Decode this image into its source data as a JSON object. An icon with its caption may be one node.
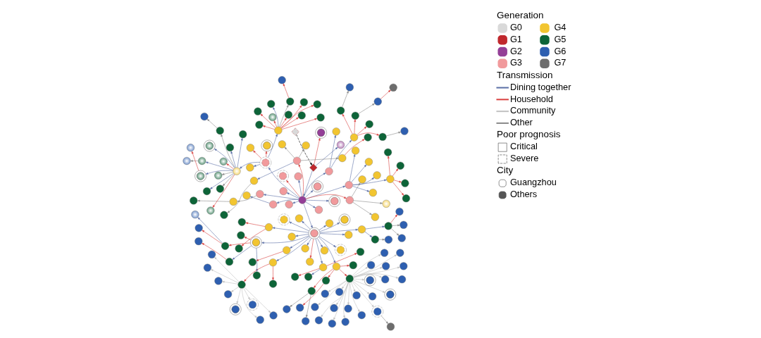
{
  "diagram": {
    "nodes": [
      {
        "text": [],
        "shape": "diamond"
      },
      {
        "text": [],
        "shape": "diamond"
      },
      {
        "text": [],
        "shape": "circle"
      },
      {
        "text": [],
        "shape": "circle"
      },
      {
        "text": [],
        "shape": "circle"
      },
      {
        "text": [],
        "shape": "circle"
      },
      {
        "text": [],
        "shape": "circle"
      },
      {
        "text": [],
        "shape": "circle"
      },
      {
        "text": [],
        "shape": "circle"
      },
      {
        "text": [],
        "shape": "circle"
      },
      {
        "text": [],
        "shape": "circle"
      },
      {
        "text": [],
        "shape": "circle"
      },
      {
        "text": [],
        "shape": "circle"
      },
      {
        "text": [],
        "shape": "circle"
      },
      {
        "text": [],
        "shape": "circle"
      },
      {
        "text": [],
        "shape": "circle"
      },
      {
        "text": [],
        "shape": "circle"
      },
      {
        "text": [],
        "shape": "circle"
      },
      {
        "text": [],
        "shape": "circle"
      },
      {
        "text": [],
        "shape": "circle"
      },
      {
        "text": [],
        "shape": "circle"
      },
      {
        "text": [],
        "shape": "circle"
      },
      {
        "text": [],
        "shape": "circle"
      },
      {
        "text": [],
        "shape": "circle"
      },
      {
        "text": [],
        "shape": "circle"
      },
      {
        "text": [],
        "shape": "circle"
      },
      {
        "text": [],
        "shape": "circle"
      },
      {
        "text": [],
        "shape": "circle"
      },
      {
        "text": [],
        "shape": "circle"
      },
      {
        "text": [],
        "shape": "circle"
      },
      {
        "text": [],
        "shape": "circle"
      },
      {
        "text": [],
        "shape": "circle"
      },
      {
        "text": [],
        "shape": "circle"
      },
      {
        "text": [],
        "shape": "circle"
      },
      {
        "text": [],
        "shape": "circle"
      },
      {
        "text": [],
        "shape": "circle"
      },
      {
        "text": [],
        "shape": "circle"
      },
      {
        "text": [],
        "shape": "circle"
      },
      {
        "text": [],
        "shape": "circle"
      },
      {
        "text": [],
        "shape": "circle"
      },
      {
        "text": [],
        "shape": "circle"
      },
      {
        "text": [],
        "shape": "circle"
      },
      {
        "text": [],
        "shape": "circle"
      },
      {
        "text": [],
        "shape": "circle"
      },
      {
        "text": [],
        "shape": "circle"
      },
      {
        "text": [],
        "shape": "circle"
      },
      {
        "text": [],
        "shape": "circle"
      },
      {
        "text": [],
        "shape": "circle"
      },
      {
        "text": [],
        "shape": "circle"
      },
      {
        "text": [],
        "shape": "circle"
      },
      {
        "text": [],
        "shape": "circle"
      },
      {
        "text": [],
        "shape": "circle"
      },
      {
        "text": [],
        "shape": "circle"
      },
      {
        "text": [],
        "shape": "circle"
      },
      {
        "text": [],
        "shape": "circle"
      },
      {
        "text": [],
        "shape": "circle"
      },
      {
        "text": [],
        "shape": "circle"
      },
      {
        "text": [],
        "shape": "circle"
      },
      {
        "text": [],
        "shape": "circle"
      },
      {
        "text": [],
        "shape": "circle"
      },
      {
        "text": [],
        "shape": "circle"
      },
      {
        "text": [],
        "shape": "circle"
      },
      {
        "text": [],
        "shape": "circle"
      },
      {
        "text": [],
        "shape": "circle"
      },
      {
        "text": [],
        "shape": "circle"
      },
      {
        "text": [],
        "shape": "circle"
      },
      {
        "text": [],
        "shape": "circle"
      },
      {
        "text": [],
        "shape": "circle"
      },
      {
        "text": [],
        "shape": "circle"
      },
      {
        "text": [],
        "shape": "circle"
      },
      {
        "text": [],
        "shape": "circle"
      },
      {
        "text": [],
        "shape": "circle"
      },
      {
        "text": [],
        "shape": "circle"
      },
      {
        "text": [],
        "shape": "circle"
      },
      {
        "text": [],
        "shape": "circle"
      },
      {
        "text": [],
        "shape": "circle"
      },
      {
        "text": [],
        "shape": "circle"
      },
      {
        "text": [],
        "shape": "circle"
      },
      {
        "text": [],
        "shape": "circle"
      },
      {
        "text": [],
        "shape": "circle"
      },
      {
        "text": [],
        "shape": "circle"
      },
      {
        "text": [],
        "shape": "circle"
      },
      {
        "text": [],
        "shape": "circle"
      },
      {
        "text": [],
        "shape": "circle"
      },
      {
        "text": [],
        "shape": "circle"
      },
      {
        "text": [],
        "shape": "circle"
      },
      {
        "text": [],
        "shape": "circle"
      },
      {
        "text": [],
        "shape": "circle"
      },
      {
        "text": [],
        "shape": "circle"
      },
      {
        "text": [],
        "shape": "circle"
      },
      {
        "text": [],
        "shape": "circle"
      },
      {
        "text": [],
        "shape": "circle"
      },
      {
        "text": [],
        "shape": "circle"
      },
      {
        "text": [],
        "shape": "circle"
      },
      {
        "text": [],
        "shape": "circle"
      },
      {
        "text": [],
        "shape": "circle"
      },
      {
        "text": [],
        "shape": "circle"
      },
      {
        "text": [],
        "shape": "circle"
      },
      {
        "text": [],
        "shape": "circle"
      },
      {
        "text": [],
        "shape": "circle"
      },
      {
        "text": [],
        "shape": "circle"
      },
      {
        "text": [],
        "shape": "circle"
      },
      {
        "text": [],
        "shape": "circle"
      },
      {
        "text": [],
        "shape": "circle"
      },
      {
        "text": [],
        "shape": "circle"
      },
      {
        "text": [],
        "shape": "circle"
      },
      {
        "text": [],
        "shape": "circle"
      },
      {
        "text": [],
        "shape": "circle"
      },
      {
        "text": [],
        "shape": "circle"
      },
      {
        "text": [],
        "shape": "circle"
      },
      {
        "text": [],
        "shape": "circle"
      },
      {
        "text": [],
        "shape": "circle"
      },
      {
        "text": [],
        "shape": "circle"
      },
      {
        "text": [],
        "shape": "circle"
      },
      {
        "text": [],
        "shape": "circle"
      },
      {
        "text": [],
        "shape": "circle"
      },
      {
        "text": [],
        "shape": "circle"
      },
      {
        "text": [],
        "shape": "circle"
      },
      {
        "text": [],
        "shape": "circle"
      },
      {
        "text": [],
        "shape": "circle"
      },
      {
        "text": [],
        "shape": "circle"
      },
      {
        "text": [],
        "shape": "circle"
      },
      {
        "text": [],
        "shape": "circle"
      },
      {
        "text": [],
        "shape": "circle"
      },
      {
        "text": [],
        "shape": "circle"
      },
      {
        "text": [],
        "shape": "circle"
      },
      {
        "text": [],
        "shape": "circle"
      },
      {
        "text": [],
        "shape": "circle"
      },
      {
        "text": [],
        "shape": "circle"
      },
      {
        "text": [],
        "shape": "circle"
      },
      {
        "text": [],
        "shape": "circle"
      },
      {
        "text": [],
        "shape": "circle"
      },
      {
        "text": [],
        "shape": "circle"
      },
      {
        "text": [],
        "shape": "circle"
      },
      {
        "text": [],
        "shape": "circle"
      },
      {
        "text": [],
        "shape": "circle"
      },
      {
        "text": [],
        "shape": "circle"
      },
      {
        "text": [],
        "shape": "circle"
      },
      {
        "text": [],
        "shape": "circle"
      },
      {
        "text": [],
        "shape": "circle"
      },
      {
        "text": [],
        "shape": "circle"
      },
      {
        "text": [],
        "shape": "circle"
      },
      {
        "text": [],
        "shape": "circle"
      },
      {
        "text": [],
        "shape": "circle"
      },
      {
        "text": [],
        "shape": "circle"
      },
      {
        "text": [],
        "shape": "circle"
      },
      {
        "text": [],
        "shape": "circle"
      },
      {
        "text": [],
        "shape": "circle"
      },
      {
        "text": [],
        "shape": "circle"
      },
      {
        "text": [],
        "shape": "circle"
      },
      {
        "text": [],
        "shape": "circle"
      },
      {
        "text": [],
        "shape": "circle"
      },
      {
        "text": [],
        "shape": "circle"
      },
      {
        "text": [],
        "shape": "circle"
      },
      {
        "text": [],
        "shape": "circle"
      },
      {
        "text": [],
        "shape": "circle"
      }
    ],
    "edges": [
      {
        "from": 0,
        "to": 1,
        "arrow": "to",
        "style": "dashed",
        "color": "#000000"
      },
      {
        "from": 1,
        "to": 2,
        "arrow": "to"
      },
      {
        "from": 1,
        "to": 3,
        "arrow": "to",
        "color": "#d9413f"
      },
      {
        "from": 1,
        "to": 4,
        "arrow": "to"
      },
      {
        "from": 2,
        "to": 5,
        "arrow": "to"
      },
      {
        "from": 2,
        "to": 6,
        "arrow": "to"
      },
      {
        "from": 2,
        "to": 7,
        "arrow": "to"
      },
      {
        "from": 2,
        "to": 8,
        "arrow": "to"
      },
      {
        "from": 2,
        "to": 9,
        "arrow": "to"
      },
      {
        "from": 2,
        "to": 10,
        "arrow": "to",
        "color": "#d9413f"
      },
      {
        "from": 2,
        "to": 11,
        "arrow": "to"
      },
      {
        "from": 2,
        "to": 12,
        "arrow": "to"
      },
      {
        "from": 2,
        "to": 13,
        "arrow": "to"
      },
      {
        "from": 2,
        "to": 14,
        "arrow": "to",
        "color": "#d9413f"
      },
      {
        "from": 2,
        "to": 15,
        "arrow": "to"
      },
      {
        "from": 2,
        "to": 16,
        "arrow": "to"
      },
      {
        "from": 2,
        "to": 17,
        "arrow": "to",
        "color": "#d9413f"
      },
      {
        "from": 2,
        "to": 18,
        "arrow": "to"
      },
      {
        "from": 2,
        "to": 19,
        "arrow": "to"
      },
      {
        "from": 5,
        "to": 20,
        "arrow": "to"
      },
      {
        "from": 5,
        "to": 21,
        "arrow": "to"
      },
      {
        "from": 5,
        "to": 22,
        "arrow": "to"
      },
      {
        "from": 5,
        "to": 23,
        "arrow": "to"
      },
      {
        "from": 5,
        "to": 24,
        "arrow": "to"
      },
      {
        "from": 20,
        "to": 25,
        "arrow": "to",
        "color": "#d9413f"
      },
      {
        "from": 20,
        "to": 26,
        "arrow": "to",
        "color": "#d9413f"
      },
      {
        "from": 20,
        "to": 27,
        "arrow": "to",
        "color": "#d9413f"
      },
      {
        "from": 20,
        "to": 28,
        "arrow": "to",
        "color": "#d9413f"
      },
      {
        "from": 6,
        "to": 29,
        "arrow": "to"
      },
      {
        "from": 6,
        "to": 30,
        "arrow": "to"
      },
      {
        "from": 29,
        "to": 31,
        "arrow": "to",
        "color": "#d9413f"
      },
      {
        "from": 29,
        "to": 32,
        "arrow": "to",
        "color": "#d9413f"
      },
      {
        "from": 29,
        "to": 33,
        "arrow": "to",
        "color": "#d9413f"
      },
      {
        "from": 29,
        "to": 34,
        "arrow": "to",
        "color": "#d9413f"
      },
      {
        "from": 31,
        "to": 35,
        "arrow": "to",
        "color": "#8a8a8a"
      },
      {
        "from": 32,
        "to": 36,
        "arrow": "to",
        "color": "#8a8a8a"
      },
      {
        "from": 36,
        "to": 37,
        "arrow": "to",
        "color": "#d9413f"
      },
      {
        "from": 33,
        "to": 38,
        "arrow": "to",
        "color": "#8a8a8a"
      },
      {
        "from": 7,
        "to": 39,
        "arrow": "to"
      },
      {
        "from": 8,
        "to": 40,
        "arrow": "to",
        "color": "#8a8a8a"
      },
      {
        "from": 40,
        "to": 41,
        "arrow": "to",
        "color": "#8a8a8a"
      },
      {
        "from": 10,
        "to": 42,
        "arrow": "to",
        "color": "#8a8a8a"
      },
      {
        "from": 10,
        "to": 43,
        "arrow": "to",
        "color": "#8a8a8a"
      },
      {
        "from": 10,
        "to": 44,
        "arrow": "to",
        "color": "#8a8a8a"
      },
      {
        "from": 17,
        "to": 45,
        "arrow": "to",
        "color": "#8a8a8a"
      },
      {
        "from": 17,
        "to": 46,
        "arrow": "to",
        "color": "#8a8a8a"
      },
      {
        "from": 17,
        "to": 47,
        "arrow": "to"
      },
      {
        "from": 17,
        "to": 48,
        "arrow": "to",
        "color": "#8a8a8a"
      },
      {
        "from": 46,
        "to": 49,
        "arrow": "to",
        "color": "#d9413f"
      },
      {
        "from": 47,
        "to": 50,
        "arrow": "to",
        "color": "#8a8a8a"
      },
      {
        "from": 18,
        "to": 51,
        "arrow": "to",
        "color": "#d9413f"
      },
      {
        "from": 18,
        "to": 52,
        "arrow": "to",
        "color": "#d9413f"
      },
      {
        "from": 18,
        "to": 53,
        "arrow": "to"
      },
      {
        "from": 18,
        "to": 54,
        "arrow": "to"
      },
      {
        "from": 18,
        "to": 55,
        "arrow": "to"
      },
      {
        "from": 54,
        "to": 56,
        "arrow": "to",
        "color": "#d9413f"
      },
      {
        "from": 54,
        "to": 57,
        "arrow": "to",
        "color": "#d9413f"
      },
      {
        "from": 54,
        "to": 58,
        "arrow": "to",
        "color": "#d9413f"
      },
      {
        "from": 54,
        "to": 59,
        "arrow": "to"
      },
      {
        "from": 54,
        "to": 60,
        "arrow": "to",
        "color": "#8a8a8a"
      },
      {
        "from": 54,
        "to": 61,
        "arrow": "to",
        "color": "#d9413f"
      },
      {
        "from": 54,
        "to": 62,
        "arrow": "to",
        "color": "#d9413f"
      },
      {
        "from": 54,
        "to": 63,
        "arrow": "to",
        "color": "#d9413f"
      },
      {
        "from": 54,
        "to": 64,
        "arrow": "to",
        "color": "#d9413f"
      },
      {
        "from": 54,
        "to": 65,
        "arrow": "to",
        "color": "#d9413f"
      },
      {
        "from": 60,
        "to": 66,
        "arrow": "to",
        "color": "#d9413f"
      },
      {
        "from": 55,
        "to": 67,
        "arrow": "to"
      },
      {
        "from": 55,
        "to": 68,
        "arrow": "to",
        "color": "#8a8a8a"
      },
      {
        "from": 55,
        "to": 69,
        "arrow": "to"
      },
      {
        "from": 55,
        "to": 70,
        "arrow": "to",
        "color": "#d9413f"
      },
      {
        "from": 55,
        "to": 71,
        "arrow": "to"
      },
      {
        "from": 55,
        "to": 72,
        "arrow": "to"
      },
      {
        "from": 55,
        "to": 73,
        "arrow": "to",
        "color": "#8a8a8a"
      },
      {
        "from": 55,
        "to": 74,
        "arrow": "to"
      },
      {
        "from": 55,
        "to": 75,
        "arrow": "to",
        "color": "#8a8a8a"
      },
      {
        "from": 55,
        "to": 76,
        "arrow": "to",
        "color": "#d9413f"
      },
      {
        "from": 55,
        "to": 77,
        "arrow": "to"
      },
      {
        "from": 69,
        "to": 78,
        "arrow": "to",
        "color": "#8a8a8a"
      },
      {
        "from": 75,
        "to": 79,
        "arrow": "to",
        "color": "#8a8a8a"
      },
      {
        "from": 77,
        "to": 80,
        "arrow": "to",
        "color": "#d9413f"
      },
      {
        "from": 19,
        "to": 81,
        "arrow": "to"
      },
      {
        "from": 19,
        "to": 82,
        "arrow": "to"
      },
      {
        "from": 19,
        "to": 83,
        "arrow": "to"
      },
      {
        "from": 19,
        "to": 84,
        "arrow": "to"
      },
      {
        "from": 19,
        "to": 85,
        "arrow": "to"
      },
      {
        "from": 19,
        "to": 86,
        "arrow": "to"
      },
      {
        "from": 19,
        "to": 87,
        "arrow": "to"
      },
      {
        "from": 19,
        "to": 88,
        "arrow": "to"
      },
      {
        "from": 19,
        "to": 89,
        "arrow": "to"
      },
      {
        "from": 19,
        "to": 90,
        "arrow": "to"
      },
      {
        "from": 19,
        "to": 91,
        "arrow": "to",
        "color": "#d9413f"
      },
      {
        "from": 19,
        "to": 92,
        "arrow": "to"
      },
      {
        "from": 19,
        "to": 93,
        "arrow": "to"
      },
      {
        "from": 19,
        "to": 94,
        "arrow": "to"
      },
      {
        "from": 19,
        "to": 95,
        "arrow": "to"
      },
      {
        "from": 19,
        "to": 96,
        "arrow": "to"
      },
      {
        "from": 19,
        "to": 97,
        "arrow": "to"
      },
      {
        "from": 81,
        "to": 98,
        "arrow": "to"
      },
      {
        "from": 81,
        "to": 99,
        "arrow": "to",
        "color": "#d9413f"
      },
      {
        "from": 81,
        "to": 100,
        "arrow": "to",
        "color": "#d9413f"
      },
      {
        "from": 82,
        "to": 101,
        "arrow": "to",
        "color": "#d9413f"
      },
      {
        "from": 82,
        "to": 102,
        "arrow": "to",
        "color": "#d9413f"
      },
      {
        "from": 83,
        "to": 103,
        "arrow": "to"
      },
      {
        "from": 83,
        "to": 104,
        "arrow": "to"
      },
      {
        "from": 103,
        "to": 105,
        "arrow": "to",
        "color": "#8a8a8a"
      },
      {
        "from": 104,
        "to": 106,
        "arrow": "to",
        "color": "#8a8a8a"
      },
      {
        "from": 104,
        "to": 107,
        "arrow": "to",
        "color": "#8a8a8a"
      },
      {
        "from": 104,
        "to": 108,
        "arrow": "to",
        "color": "#d9413f"
      },
      {
        "from": 87,
        "to": 109,
        "arrow": "to",
        "color": "#d9413f"
      },
      {
        "from": 87,
        "to": 110,
        "arrow": "to",
        "color": "#d9413f"
      },
      {
        "from": 87,
        "to": 111,
        "arrow": "to",
        "color": "#d9413f"
      },
      {
        "from": 87,
        "to": 112,
        "arrow": "to",
        "color": "#d9413f"
      },
      {
        "from": 109,
        "to": 113,
        "arrow": "to",
        "color": "#8a8a8a"
      },
      {
        "from": 109,
        "to": 114,
        "arrow": "to",
        "color": "#8a8a8a"
      },
      {
        "from": 110,
        "to": 115,
        "arrow": "to",
        "color": "#d9413f"
      },
      {
        "from": 112,
        "to": 116,
        "arrow": "to",
        "color": "#c2c2c2"
      },
      {
        "from": 112,
        "to": 117,
        "arrow": "to",
        "color": "#c2c2c2"
      },
      {
        "from": 112,
        "to": 118,
        "arrow": "to",
        "color": "#c2c2c2"
      },
      {
        "from": 112,
        "to": 119,
        "arrow": "to",
        "color": "#c2c2c2"
      },
      {
        "from": 112,
        "to": 120,
        "arrow": "to",
        "color": "#c2c2c2"
      },
      {
        "from": 112,
        "to": 121,
        "arrow": "to",
        "color": "#c2c2c2"
      },
      {
        "from": 112,
        "to": 122,
        "arrow": "to",
        "color": "#c2c2c2"
      },
      {
        "from": 112,
        "to": 123,
        "arrow": "to",
        "color": "#c2c2c2"
      },
      {
        "from": 112,
        "to": 124,
        "arrow": "to",
        "color": "#c2c2c2"
      },
      {
        "from": 112,
        "to": 125,
        "arrow": "to",
        "color": "#c2c2c2"
      },
      {
        "from": 112,
        "to": 126,
        "arrow": "to",
        "color": "#c2c2c2"
      },
      {
        "from": 112,
        "to": 127,
        "arrow": "to",
        "color": "#c2c2c2"
      },
      {
        "from": 112,
        "to": 128,
        "arrow": "to",
        "color": "#c2c2c2"
      },
      {
        "from": 112,
        "to": 129,
        "arrow": "to",
        "color": "#c2c2c2"
      },
      {
        "from": 112,
        "to": 130,
        "arrow": "to",
        "color": "#c2c2c2"
      },
      {
        "from": 112,
        "to": 131,
        "arrow": "to",
        "color": "#c2c2c2"
      },
      {
        "from": 112,
        "to": 132,
        "arrow": "to",
        "color": "#c2c2c2"
      },
      {
        "from": 112,
        "to": 133,
        "arrow": "to",
        "color": "#c2c2c2"
      },
      {
        "from": 112,
        "to": 134,
        "arrow": "to",
        "color": "#c2c2c2"
      },
      {
        "from": 112,
        "to": 135,
        "arrow": "to",
        "color": "#c2c2c2"
      },
      {
        "from": 112,
        "to": 136,
        "arrow": "to",
        "color": "#c2c2c2"
      },
      {
        "from": 136,
        "to": 137,
        "arrow": "to",
        "color": "#8a8a8a"
      },
      {
        "from": 95,
        "to": 138,
        "arrow": "to",
        "color": "#d9413f"
      },
      {
        "from": 96,
        "to": 139,
        "arrow": "to"
      },
      {
        "from": 96,
        "to": 140,
        "arrow": "to",
        "color": "#d9413f"
      },
      {
        "from": 96,
        "to": 141,
        "arrow": "to"
      },
      {
        "from": 96,
        "to": 142,
        "arrow": "to",
        "color": "#d9413f"
      },
      {
        "from": 141,
        "to": 143,
        "arrow": "to",
        "color": "#d9413f"
      },
      {
        "from": 142,
        "to": 144,
        "arrow": "to",
        "color": "#d9413f"
      },
      {
        "from": 142,
        "to": 145,
        "arrow": "to"
      },
      {
        "from": 97,
        "to": 146,
        "arrow": "to",
        "color": "#d9413f"
      },
      {
        "from": 97,
        "to": 147,
        "arrow": "to",
        "color": "#d9413f"
      },
      {
        "from": 147,
        "to": 148,
        "arrow": "to",
        "color": "#c2c2c2"
      },
      {
        "from": 147,
        "to": 149,
        "arrow": "to",
        "color": "#c2c2c2"
      },
      {
        "from": 147,
        "to": 150,
        "arrow": "to",
        "color": "#c2c2c2"
      },
      {
        "from": 147,
        "to": 151,
        "arrow": "to",
        "color": "#c2c2c2"
      },
      {
        "from": 147,
        "to": 152,
        "arrow": "to",
        "color": "#c2c2c2"
      },
      {
        "from": 147,
        "to": 153,
        "arrow": "to",
        "color": "#c2c2c2"
      },
      {
        "from": 147,
        "to": 154,
        "arrow": "to",
        "color": "#c2c2c2"
      },
      {
        "from": 147,
        "to": 155,
        "arrow": "to",
        "color": "#c2c2c2"
      }
    ],
    "labels": [
      "Generation",
      "Transmission",
      "Poor prognosis",
      "City"
    ],
    "legend": [
      {
        "text": "G0",
        "color": "#d9d9d9"
      },
      {
        "text": "G1",
        "color": "#c0282d"
      },
      {
        "text": "G2",
        "color": "#943f97"
      },
      {
        "text": "G3",
        "color": "#f19a9c"
      },
      {
        "text": "G4",
        "color": "#f2c530"
      },
      {
        "text": "G5",
        "color": "#0d6438"
      },
      {
        "text": "G6",
        "color": "#2e5fb0"
      },
      {
        "text": "G7",
        "color": "#6d6d6d"
      },
      {
        "text": "Dining together"
      },
      {
        "text": "Household"
      },
      {
        "text": "Community"
      },
      {
        "text": "Other"
      },
      {
        "text": "Critical"
      },
      {
        "text": "Severe"
      },
      {
        "text": "Guangzhou"
      },
      {
        "text": "Others"
      }
    ]
  }
}
